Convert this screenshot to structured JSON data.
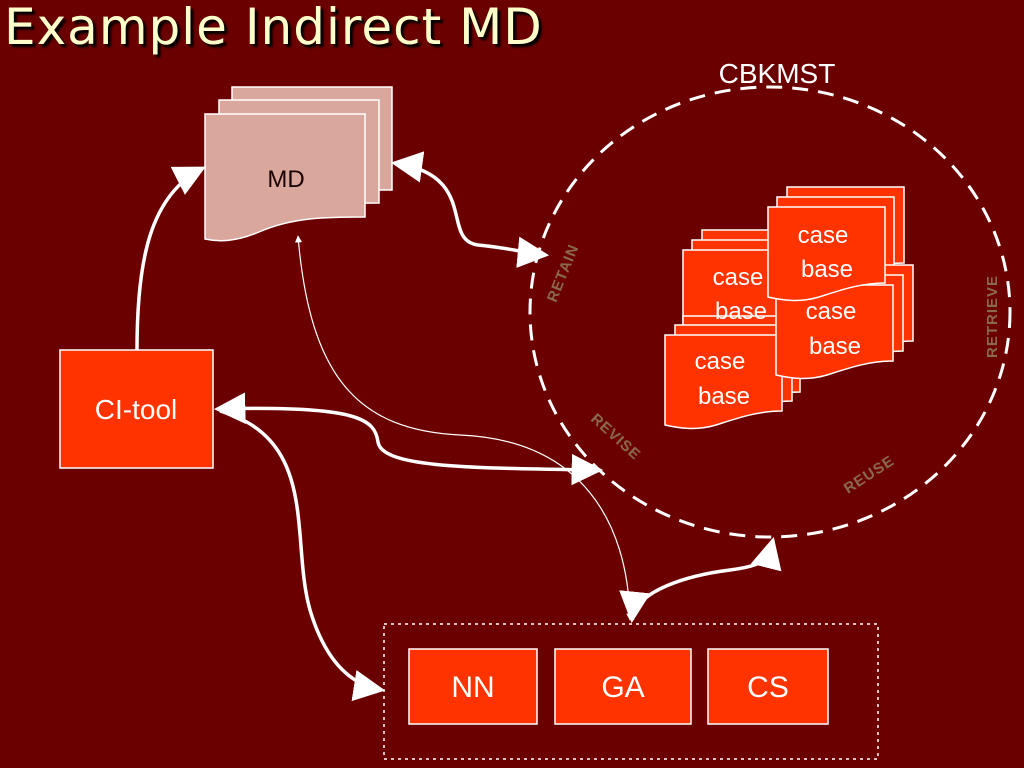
{
  "slide": {
    "title": "Example Indirect MD"
  },
  "diagram": {
    "md_label": "MD",
    "citool_label": "CI-tool",
    "cbkmst_label": "CBKMST",
    "cycle_labels": {
      "retain": "RETAIN",
      "retrieve": "RETRIEVE",
      "revise": "REVISE",
      "reuse": "REUSE"
    },
    "case_base_cards": [
      {
        "line1": "case",
        "line2": "base"
      },
      {
        "line1": "case",
        "line2": "base"
      },
      {
        "line1": "case",
        "line2": "base"
      },
      {
        "line1": "case",
        "line2": "base"
      }
    ],
    "tools": [
      {
        "label": "NN"
      },
      {
        "label": "GA"
      },
      {
        "label": "CS"
      }
    ]
  },
  "colors": {
    "background": "#6b0000",
    "title_text": "#ffffcc",
    "box_fill": "#ff3300",
    "md_fill": "#d9a79c",
    "cycle_label": "#8a6a4a",
    "lines": "#ffffff"
  }
}
